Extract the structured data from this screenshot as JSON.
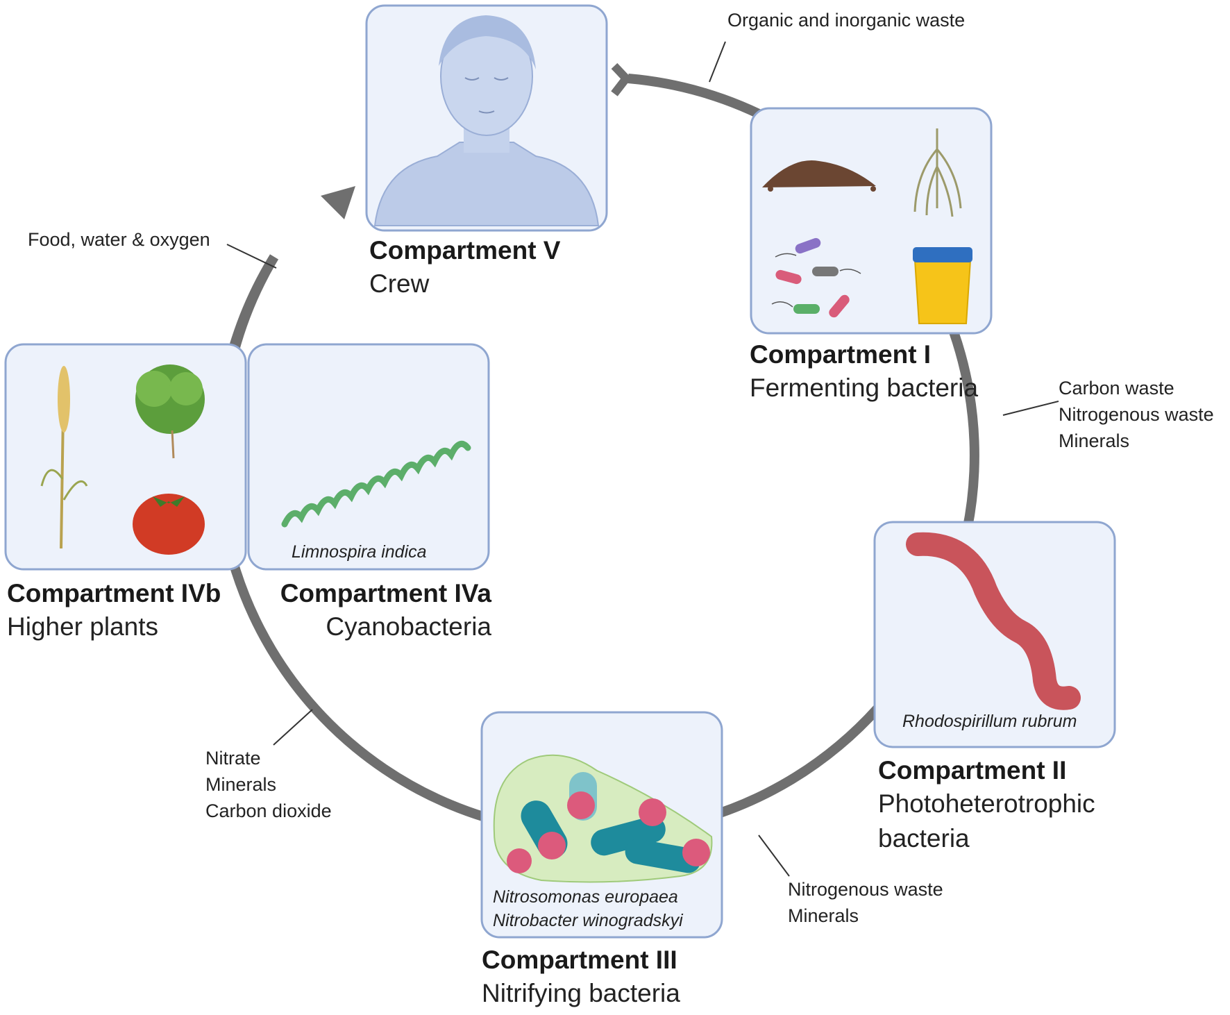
{
  "compartments": {
    "v": {
      "title": "Compartment V",
      "subtitle": "Crew"
    },
    "i": {
      "title": "Compartment I",
      "subtitle": "Fermenting bacteria"
    },
    "ii": {
      "title": "Compartment II",
      "subtitle_1": "Photoheterotrophic",
      "subtitle_2": "bacteria",
      "organism": "Rhodospirillum rubrum"
    },
    "iii": {
      "title": "Compartment III",
      "subtitle": "Nitrifying bacteria",
      "organism_1": "Nitrosomonas europaea",
      "organism_2": "Nitrobacter winogradskyi"
    },
    "iva": {
      "title": "Compartment IVa",
      "subtitle": "Cyanobacteria",
      "organism": "Limnospira indica"
    },
    "ivb": {
      "title": "Compartment IVb",
      "subtitle": "Higher plants"
    }
  },
  "flows": {
    "v_to_i": "Organic and inorganic waste",
    "i_to_ii": [
      "Carbon waste",
      "Nitrogenous waste",
      "Minerals"
    ],
    "ii_to_iii": [
      "Nitrogenous waste",
      "Minerals"
    ],
    "iii_to_iv": [
      "Nitrate",
      "Minerals",
      "Carbon dioxide"
    ],
    "iv_to_v": "Food, water & oxygen"
  },
  "colors": {
    "box_fill": "#edf2fb",
    "box_border": "#8fa6d0",
    "cycle_line": "#6f6f6f"
  }
}
